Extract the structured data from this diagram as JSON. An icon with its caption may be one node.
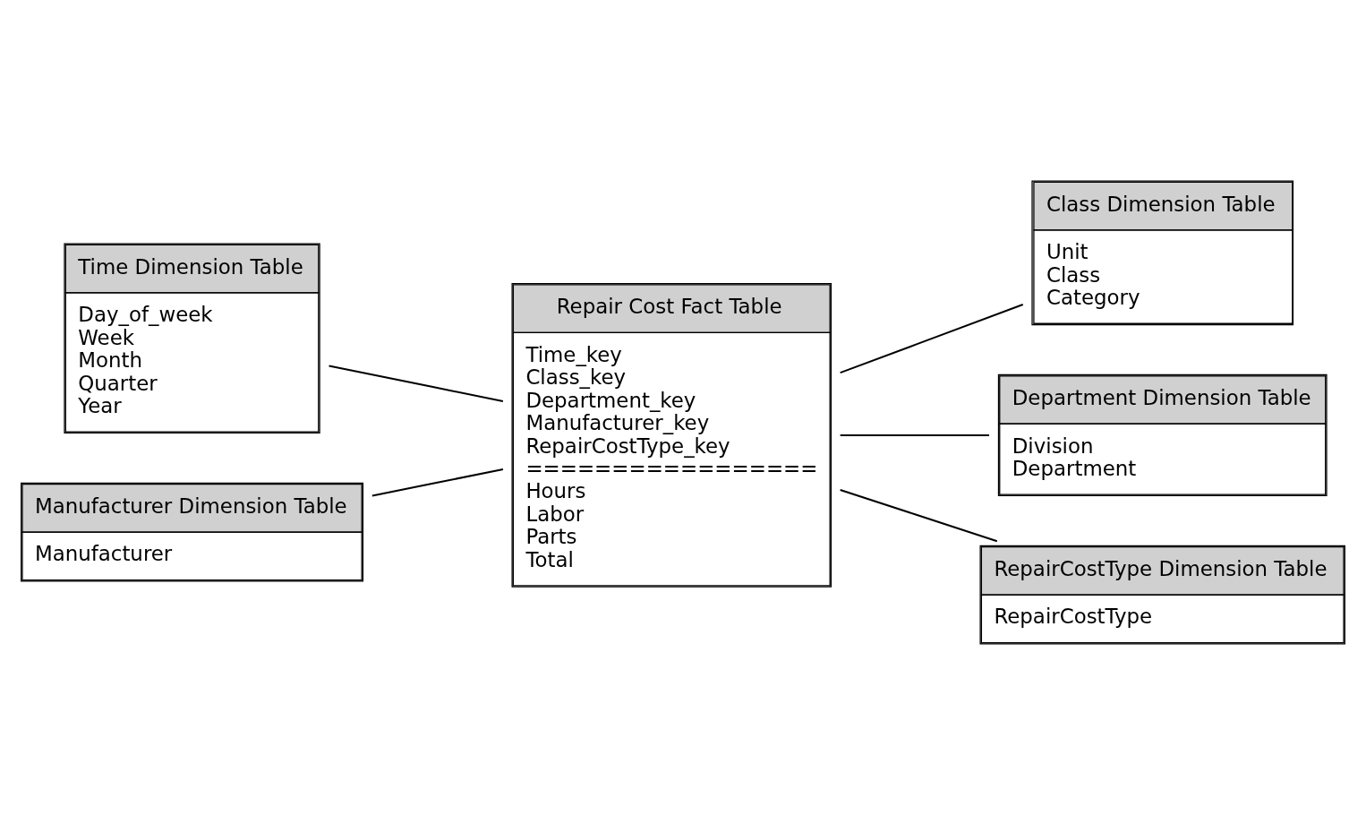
{
  "diagram": {
    "nodes": [
      {
        "text": [
          "Time Dimension Table",
          "Day_of_week",
          "Week",
          "Month",
          "Quarter",
          "Year"
        ]
      },
      {
        "text": [
          "Class Dimension Table",
          "Unit",
          "Class",
          "Category"
        ]
      },
      {
        "text": [
          "Repair Cost Fact Table",
          "Time_key",
          "Class_key",
          "Department_key",
          "Manufacturer_key",
          "RepairCostType_key",
          "=================",
          "Hours",
          "Labor",
          "Parts",
          "Total"
        ]
      },
      {
        "text": [
          "Department Dimension Table",
          "Division",
          "Department"
        ]
      },
      {
        "text": [
          "Manufacturer Dimension Table",
          "Manufacturer"
        ]
      },
      {
        "text": [
          "RepairCostType Dimension Table",
          "RepairCostType"
        ]
      }
    ],
    "edges": [
      {
        "from": 0,
        "to": 2,
        "arrow": "none"
      },
      {
        "from": 2,
        "to": 1,
        "arrow": "none"
      },
      {
        "from": 2,
        "to": 3,
        "arrow": "none"
      },
      {
        "from": 4,
        "to": 2,
        "arrow": "none"
      },
      {
        "from": 2,
        "to": 5,
        "arrow": "none"
      }
    ]
  }
}
